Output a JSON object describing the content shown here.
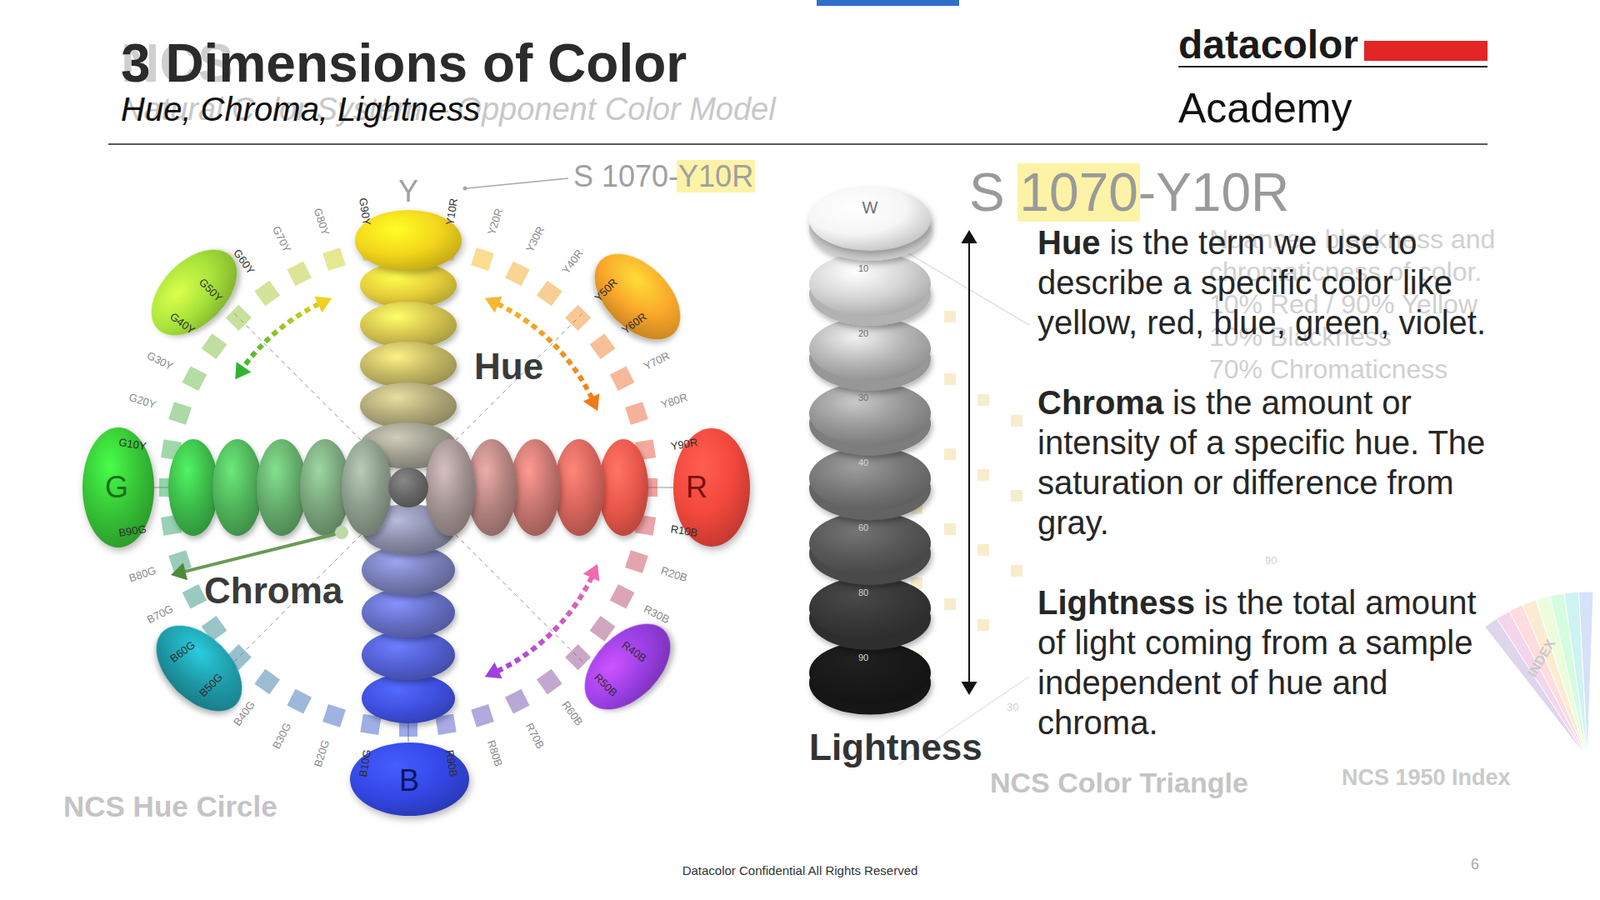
{
  "diagram": {
    "title": "3 Dimensions of Color",
    "nodes": [
      {
        "text": [
          "Y"
        ]
      },
      {
        "text": [
          "G"
        ]
      },
      {
        "text": [
          "R"
        ]
      },
      {
        "text": [
          "B"
        ]
      },
      {
        "text": [
          "W"
        ]
      }
    ],
    "labels": [
      "NCS",
      "Hue, Chroma, Lightness",
      "Natural Color System – Opponent Color Model",
      "datacolor",
      "Academy",
      "S 1070-Y10R",
      "Hue",
      "Chroma",
      "NCS Hue Circle",
      "S 1070-Y10R",
      "Nuance - blackness and chromaticness of color.",
      "10% Red / 90% Yellow",
      "10% Blackness",
      "70% Chromaticness",
      "Hue",
      "is the term we use to describe a specific color like yellow, red, blue, green, violet.",
      "Chroma",
      "is the amount or intensity of a specific hue. The saturation or difference from gray.",
      "Lightness",
      "is the total amount of light coming from a sample independent of hue and chroma.",
      "Lightness",
      "NCS Color Triangle",
      "NCS 1950 Index",
      "INDEX",
      "90",
      "30",
      "Datacolor Confidential All Rights Reserved",
      "6",
      "10",
      "20",
      "30",
      "40",
      "60",
      "80",
      "90",
      "Y10R",
      "Y20R",
      "Y30R",
      "Y40R",
      "Y50R",
      "Y60R",
      "Y70R",
      "Y80R",
      "Y90R",
      "R10B",
      "R20B",
      "R30B",
      "R40B",
      "R50B",
      "R60B",
      "R70B",
      "R80B",
      "R90B",
      "B10G",
      "B20G",
      "B30G",
      "B40G",
      "B50G",
      "B60G",
      "B70G",
      "B80G",
      "B90G",
      "G10Y",
      "G20Y",
      "G30Y",
      "G40Y",
      "G50Y",
      "G60Y",
      "G70Y",
      "G80Y",
      "G90Y"
    ]
  }
}
